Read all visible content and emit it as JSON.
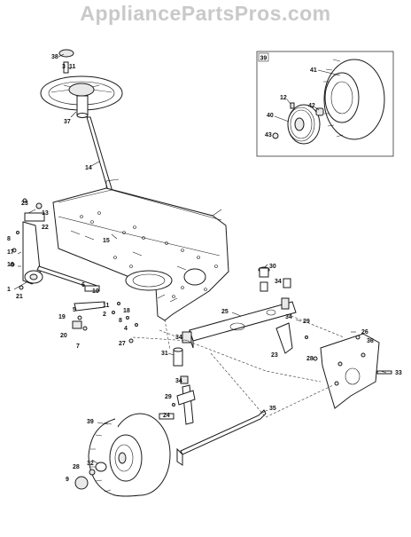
{
  "watermark": "AppliancePartsPros.com",
  "inset": {
    "box_label": "39",
    "callouts": [
      "41",
      "12",
      "42",
      "40",
      "43"
    ]
  },
  "callouts": [
    "38",
    "3",
    "11",
    "37",
    "14",
    "23",
    "13",
    "22",
    "8",
    "17",
    "16",
    "1",
    "21",
    "15",
    "6",
    "10",
    "5",
    "19",
    "20",
    "7",
    "11",
    "2",
    "18",
    "8",
    "4",
    "27",
    "30",
    "34",
    "25",
    "34",
    "29",
    "34",
    "31",
    "23",
    "28",
    "26",
    "36",
    "33",
    "34",
    "29",
    "24",
    "35",
    "39",
    "32",
    "28",
    "9"
  ]
}
